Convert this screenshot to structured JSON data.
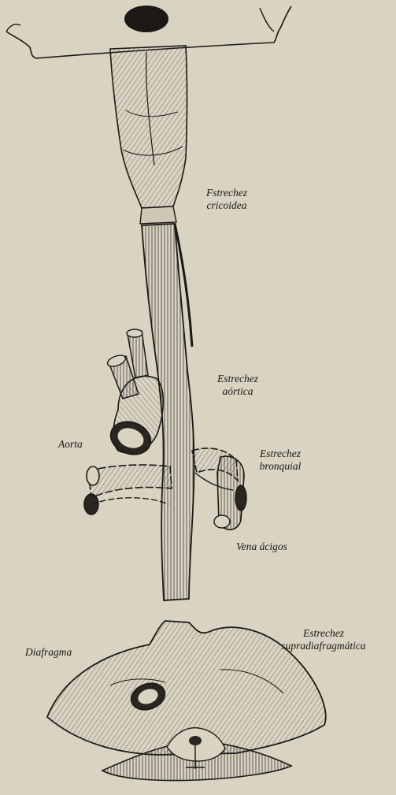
{
  "labels": {
    "cricoid_line1": "Fstrechez",
    "cricoid_line2": "cricoidea",
    "aortic_line1": "Estrechez",
    "aortic_line2": "aórtica",
    "aorta": "Aorta",
    "bronchial_line1": "Estrechez",
    "bronchial_line2": "bronquial",
    "azygos": "Vena ácigos",
    "diaphragm": "Diafragma",
    "supradiaphragmatic_line1": "Estrechez",
    "supradiaphragmatic_line2": "supradiafragmática"
  },
  "colors": {
    "paper": "#d9d3c2",
    "ink": "#1a1714"
  }
}
